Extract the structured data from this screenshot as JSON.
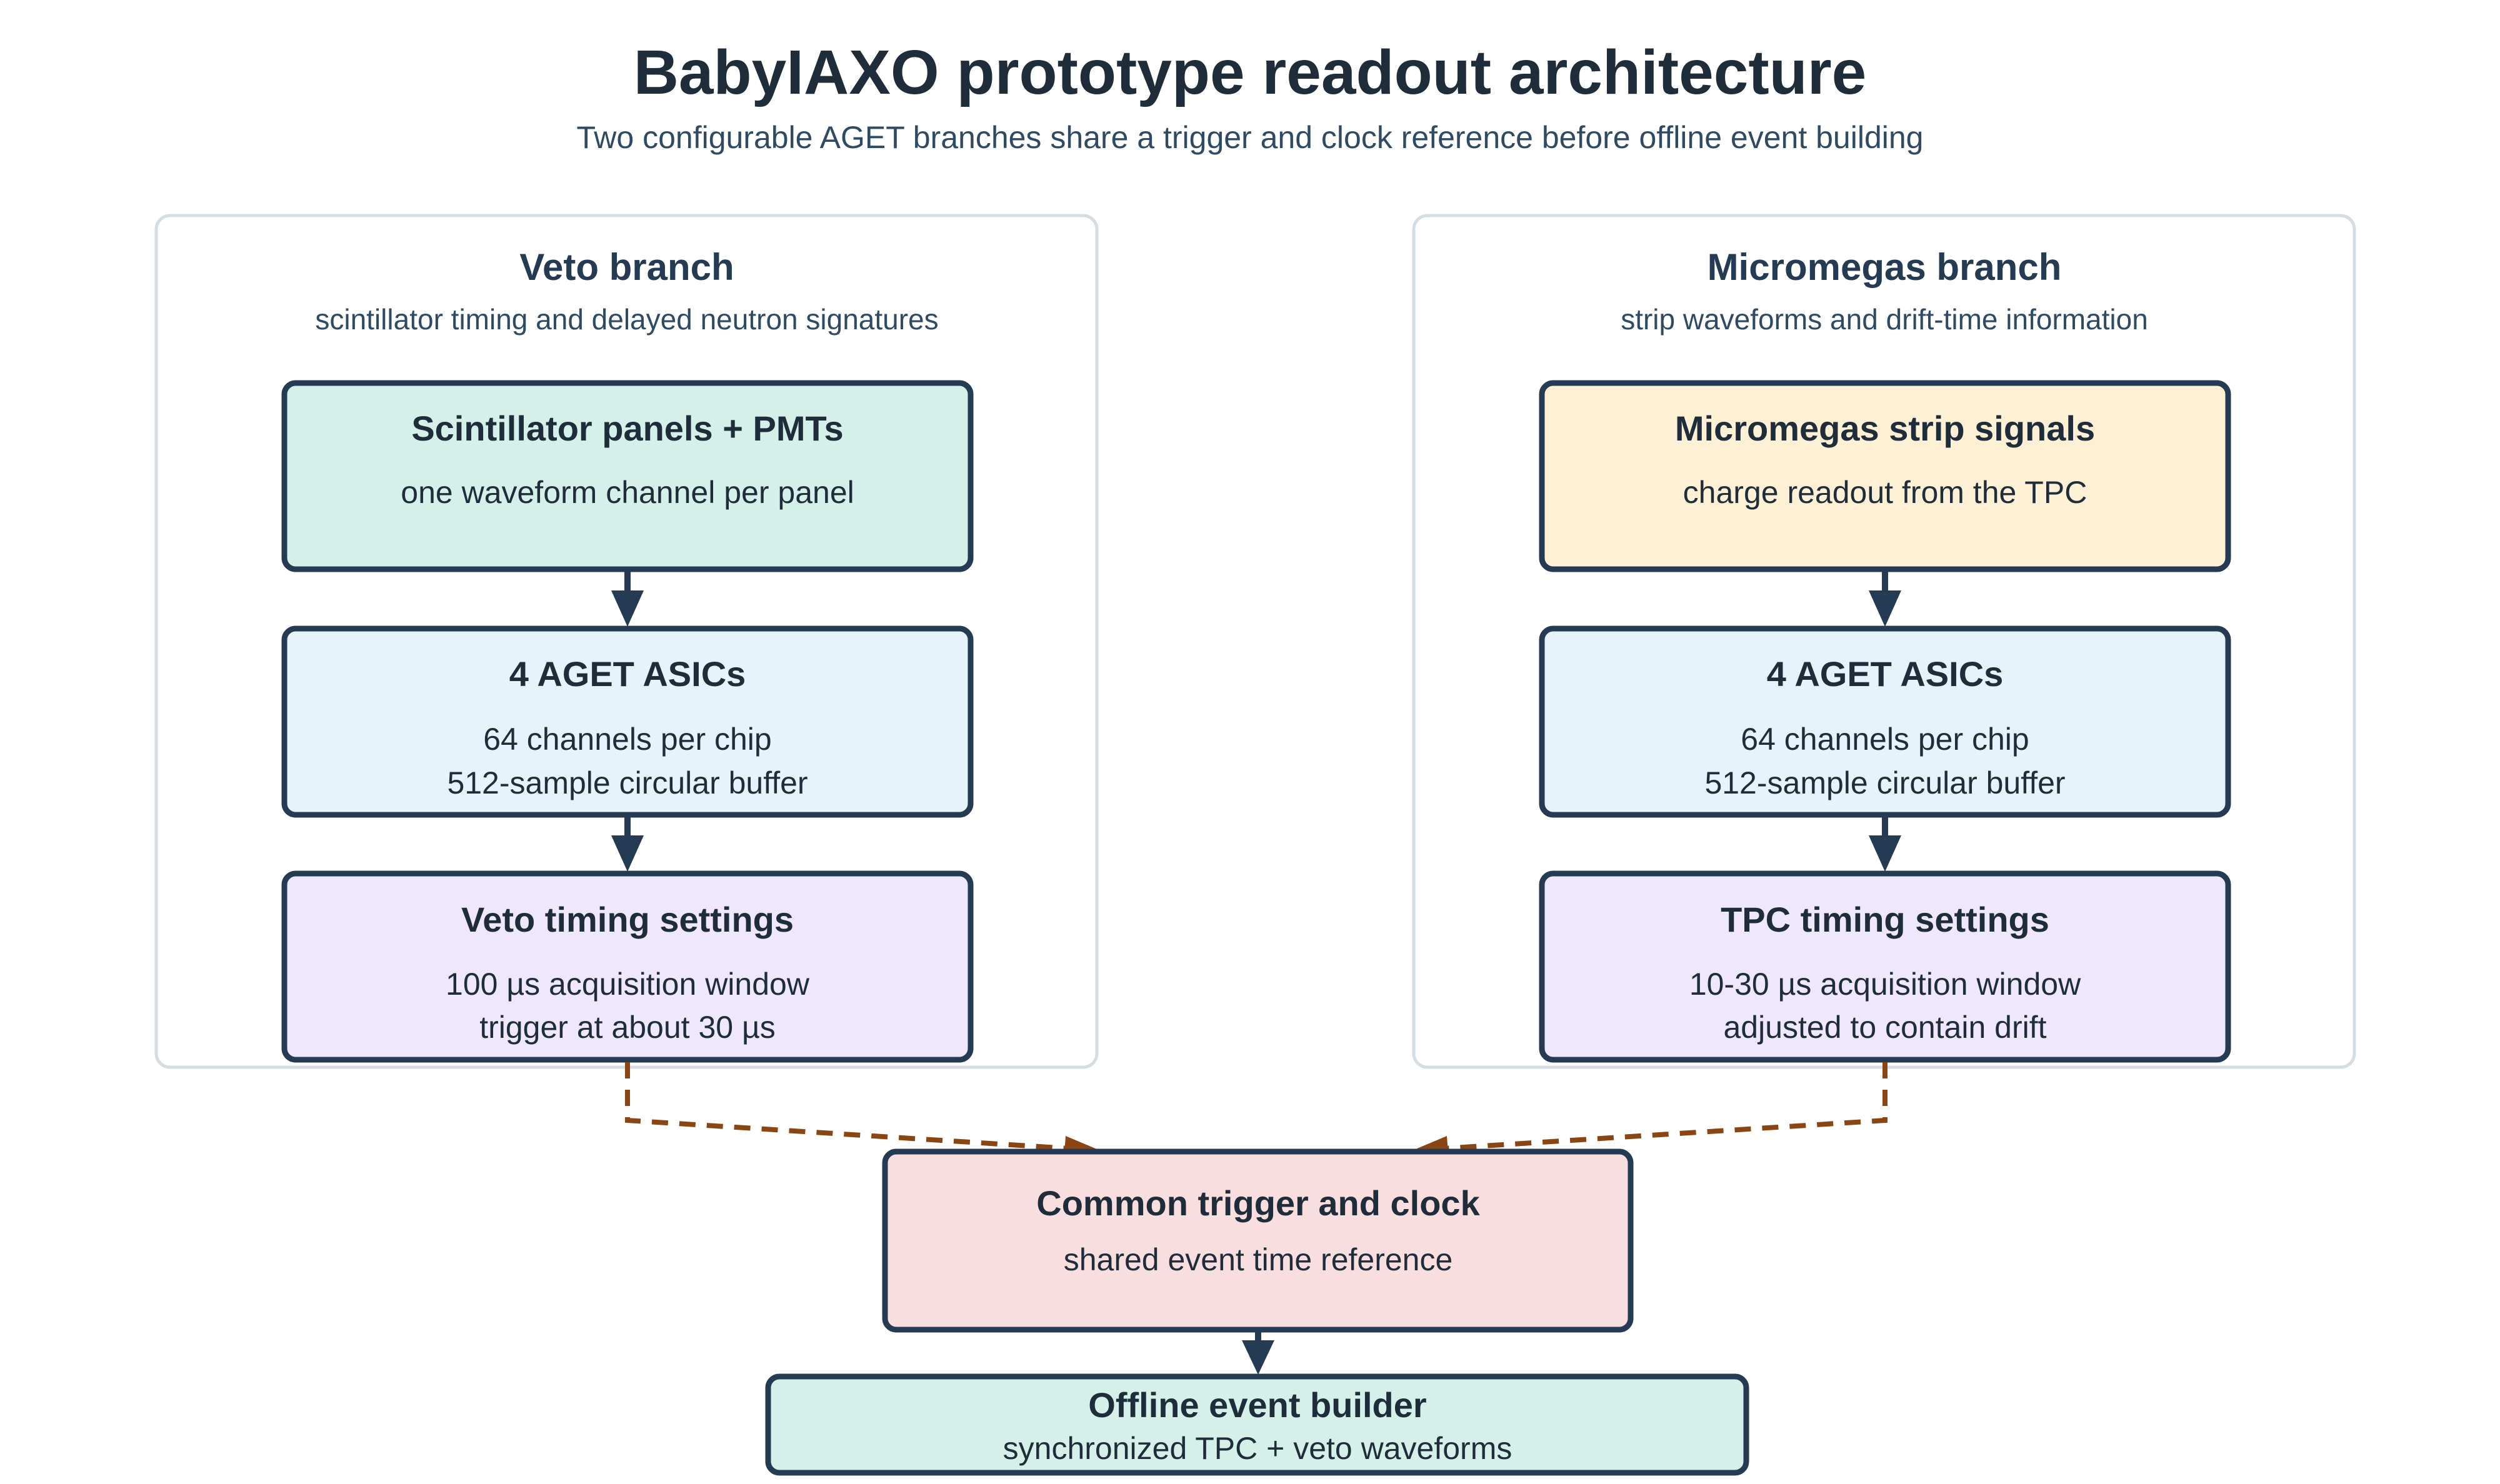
{
  "title": "BabyIAXO prototype readout architecture",
  "subtitle": "Two configurable AGET branches share a trigger and clock reference before offline event building",
  "veto_branch": {
    "title": "Veto branch",
    "subtitle": "scintillator timing and delayed neutron signatures",
    "source": {
      "title": "Scintillator panels + PMTs",
      "lines": [
        "one waveform channel per panel"
      ]
    },
    "asics": {
      "title": "4 AGET ASICs",
      "lines": [
        "64 channels per chip",
        "512-sample circular buffer"
      ]
    },
    "timing": {
      "title": "Veto timing settings",
      "lines": [
        "100 µs acquisition window",
        "trigger at about 30 µs"
      ]
    }
  },
  "micromegas_branch": {
    "title": "Micromegas branch",
    "subtitle": "strip waveforms and drift-time information",
    "source": {
      "title": "Micromegas strip signals",
      "lines": [
        "charge readout from the TPC"
      ]
    },
    "asics": {
      "title": "4 AGET ASICs",
      "lines": [
        "64 channels per chip",
        "512-sample circular buffer"
      ]
    },
    "timing": {
      "title": "TPC timing settings",
      "lines": [
        "10-30 µs acquisition window",
        "adjusted to contain drift"
      ]
    }
  },
  "trigger": {
    "title": "Common trigger and clock",
    "lines": [
      "shared event time reference"
    ]
  },
  "builder": {
    "title": "Offline event builder",
    "lines": [
      "synchronized TPC + veto waveforms"
    ]
  },
  "colors": {
    "scintillator_fill": "#d5efe9",
    "micromegas_fill": "#fdf0d5",
    "asic_fill": "#e6f3fb",
    "timing_fill": "#efe7fd",
    "trigger_fill": "#f8dede",
    "builder_fill": "#d5efe9",
    "border": "#243b53",
    "dashed_arrow": "#8b4513"
  }
}
